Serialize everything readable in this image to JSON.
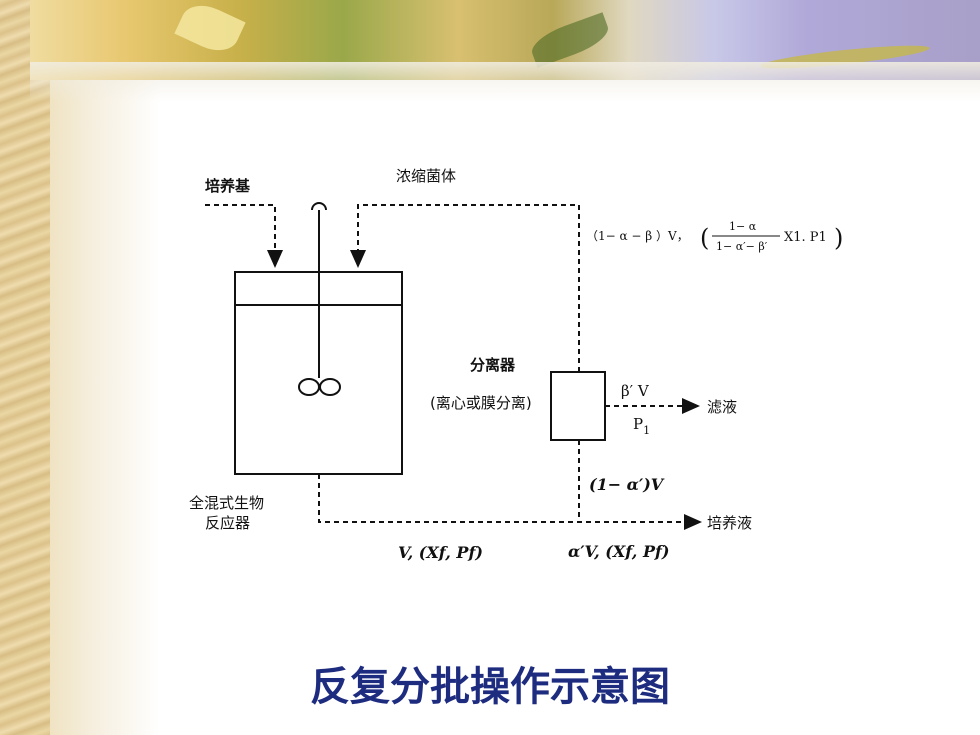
{
  "labels": {
    "medium": "培养基",
    "concentrate": "浓缩菌体",
    "recycle_expr": "（1− α − β ）V，",
    "frac_num": "1− α",
    "frac_den": "1− α′− β′",
    "recycle_tail": "X1. P1",
    "separator_title": "分离器",
    "separator_sub": "(离心或膜分离)",
    "beta_v": "β′ V",
    "p1": "P",
    "p1_sub": "1",
    "filtrate": "滤液",
    "one_minus_alpha": "(1− α′)V",
    "reactor_line1": "全混式生物",
    "reactor_line2": "反应器",
    "culture_liquid": "培养液",
    "flow_left": "V, (Xf, Pf)",
    "flow_right": "α′V, (Xf, Pf)"
  },
  "title": "反复分批操作示意图"
}
